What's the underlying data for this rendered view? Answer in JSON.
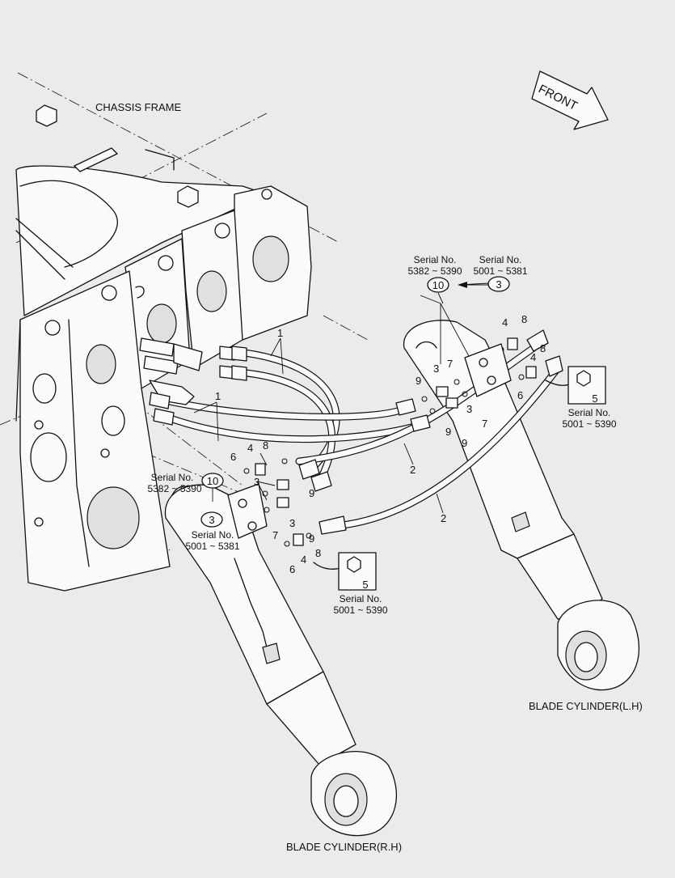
{
  "labels": {
    "chassis_frame": "CHASSIS FRAME",
    "front": "FRONT",
    "blade_lh": "BLADE CYLINDER(L.H)",
    "blade_rh": "BLADE CYLINDER(R.H)"
  },
  "serial_notes": {
    "serial_no": "Serial No.",
    "range_5382_5390": "5382 ~ 5390",
    "range_5001_5381": "5001 ~ 5381",
    "range_5001_5390": "5001 ~ 5390"
  },
  "part_numbers": {
    "p1": "1",
    "p2": "2",
    "p3": "3",
    "p4": "4",
    "p5": "5",
    "p6": "6",
    "p7": "7",
    "p8": "8",
    "p9": "9",
    "p10": "10"
  },
  "colors": {
    "background": "#ebebeb",
    "line": "#111111"
  }
}
